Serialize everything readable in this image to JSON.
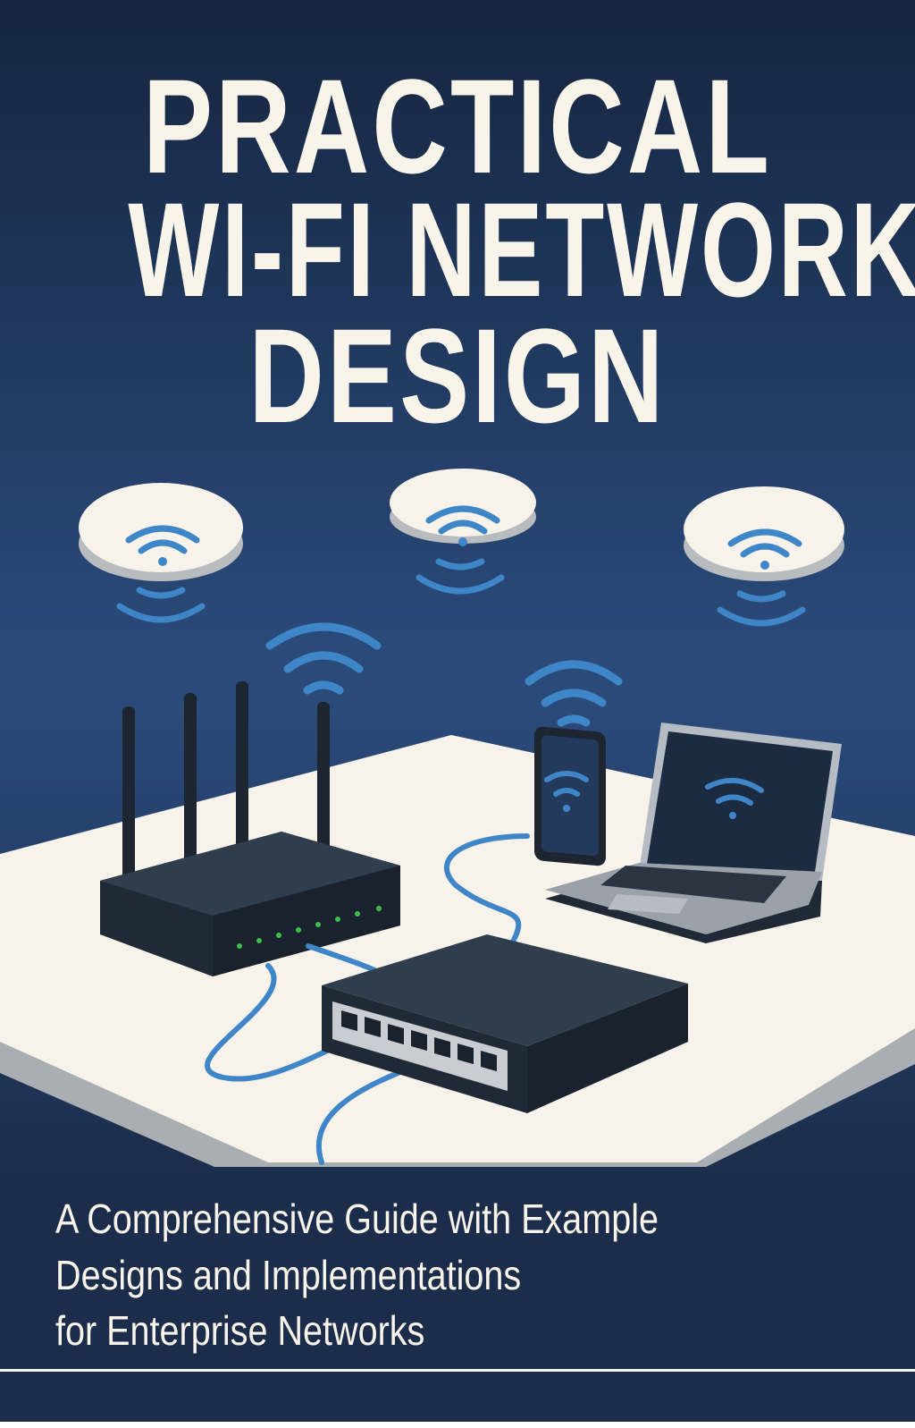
{
  "cover": {
    "title_lines": [
      "PRACTICAL",
      "WI-FI NETWORK",
      "DESIGN"
    ],
    "subtitle_lines": [
      "A Comprehensive Guide with Example",
      "Designs and Implementations",
      "for Enterprise Networks"
    ]
  },
  "colors": {
    "background_top": "#15253f",
    "background_mid": "#2a4a7a",
    "title_text": "#f8f4ea",
    "wifi_blue": "#3f86c8",
    "table": "#f7f3ea",
    "device_dark": "#273444",
    "led_green": "#3fbf4a"
  },
  "icons": [
    "ceiling-access-point",
    "wifi-signal",
    "router",
    "switch",
    "smartphone",
    "laptop",
    "ethernet-cable"
  ]
}
